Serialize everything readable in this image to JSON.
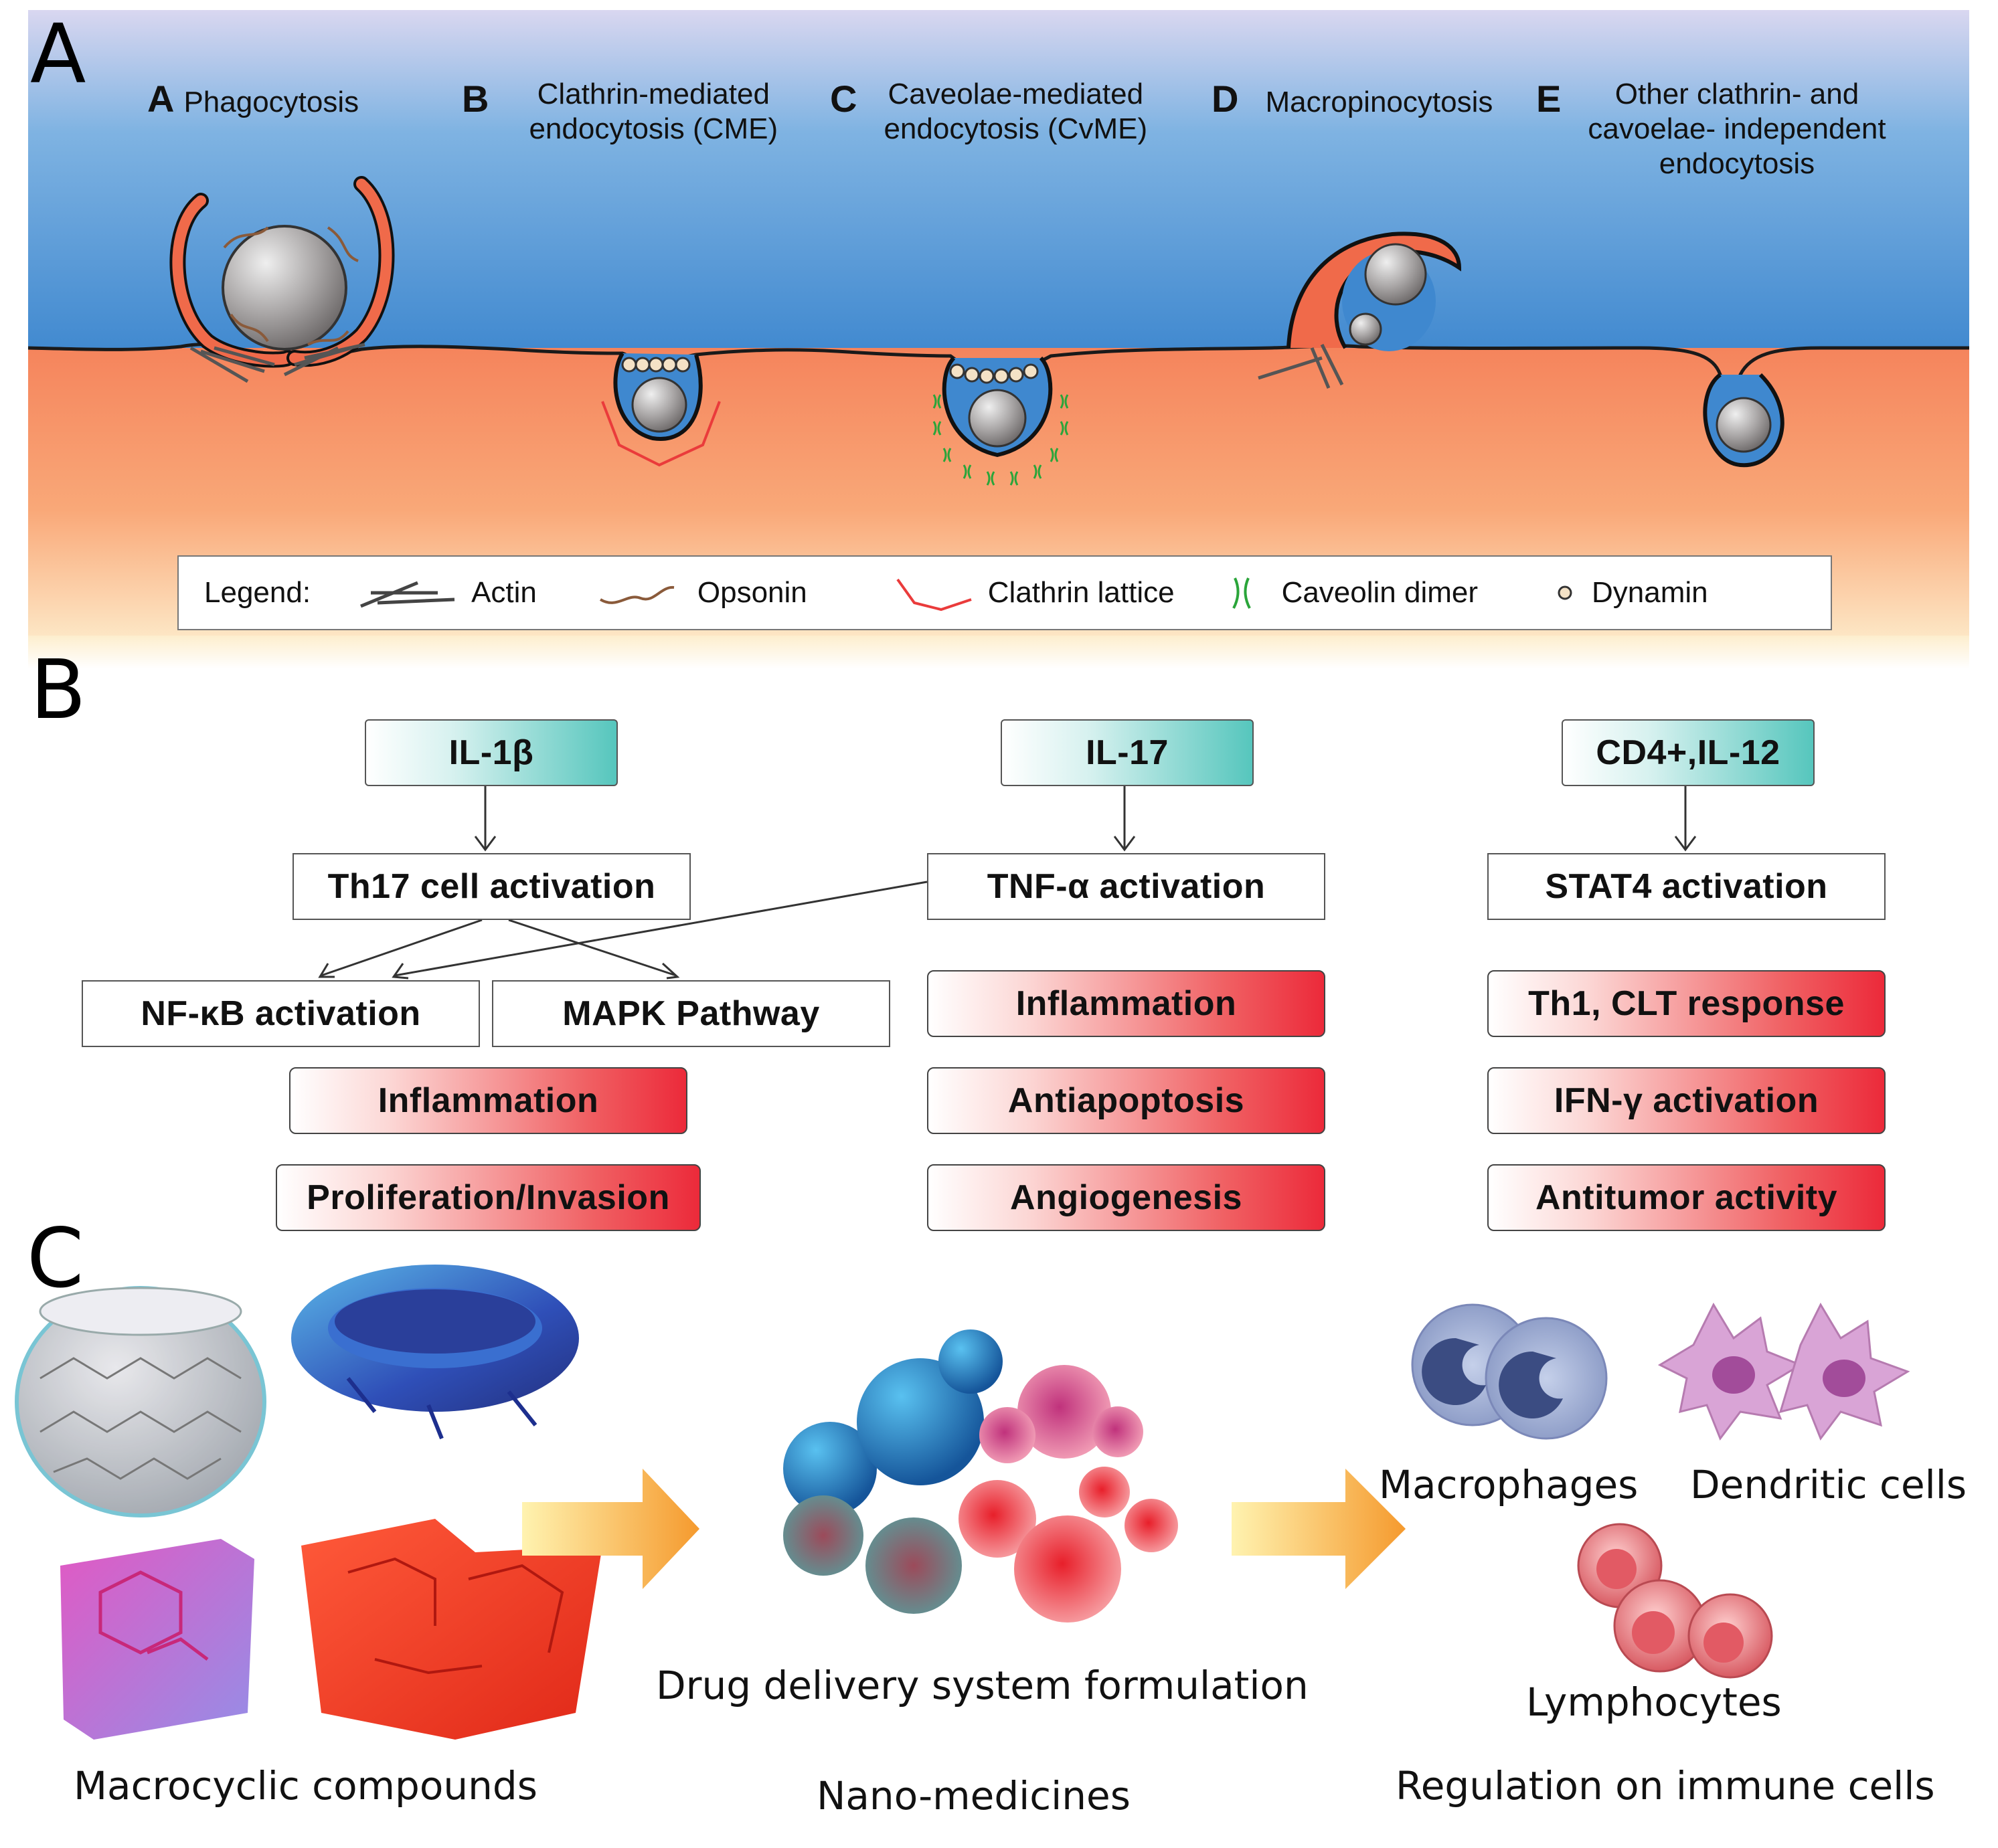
{
  "panel_labels": {
    "a": "A",
    "b": "B",
    "c": "C"
  },
  "panelA": {
    "headers": [
      {
        "letter": "A",
        "text": "Phagocytosis"
      },
      {
        "letter": "B",
        "text": "Clathrin-mediated\nendocytosis (CME)"
      },
      {
        "letter": "C",
        "text": "Caveolae-mediated\nendocytosis (CvME)"
      },
      {
        "letter": "D",
        "text": "Macropinocytosis"
      },
      {
        "letter": "E",
        "text": "Other clathrin- and\ncavoelae- independent\nendocytosis"
      }
    ],
    "legend": {
      "title": "Legend:",
      "items": [
        "Actin",
        "Opsonin",
        "Clathrin lattice",
        "Caveolin dimer",
        "Dynamin"
      ]
    }
  },
  "panelB": {
    "top": [
      "IL-1β",
      "IL-17",
      "CD4+,IL-12"
    ],
    "middle": [
      "Th17 cell activation",
      "TNF-α activation",
      "STAT4 activation"
    ],
    "sub": [
      "NF-κB activation",
      "MAPK Pathway"
    ],
    "outcomes_left": [
      "Inflammation",
      "Proliferation/Invasion"
    ],
    "outcomes_mid": [
      "Inflammation",
      "Antiapoptosis",
      "Angiogenesis"
    ],
    "outcomes_right": [
      "Th1, CLT response",
      "IFN-γ activation",
      "Antitumor activity"
    ]
  },
  "panelC": {
    "macrocycles": "Macrocyclic compounds",
    "formulation": "Drug delivery system formulation",
    "nano": "Nano-medicines",
    "macrophages": "Macrophages",
    "dendritic": "Dendritic cells",
    "lymphocytes": "Lymphocytes",
    "regulation": "Regulation on  immune cells"
  },
  "colors": {
    "extracellular": "#4a8fd0",
    "cytoplasm": "#f58a64",
    "teal": "#56c6bd",
    "red": "#ec2a3a",
    "arrow": "#f6a33c"
  }
}
